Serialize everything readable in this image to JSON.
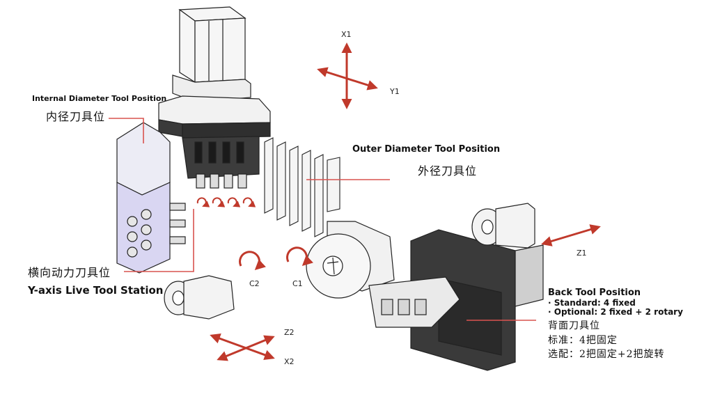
{
  "labels": {
    "internal_en": "Internal Diameter Tool Position",
    "internal_zh": "内径刀具位",
    "outer_en": "Outer Diameter Tool Position",
    "outer_zh": "外径刀具位",
    "live_zh": "横向动力刀具位",
    "live_en": "Y-axis Live Tool Station",
    "back_en": "Back Tool Position",
    "back_std_en": "· Standard: 4 fixed",
    "back_opt_en": "· Optional: 2 fixed + 2 rotary",
    "back_zh": "背面刀具位",
    "back_std_zh": "标准：4把固定",
    "back_opt_zh": "选配：2把固定+2把旋转"
  },
  "axes": {
    "x1": "X1",
    "y1": "Y1",
    "z1": "Z1",
    "z2": "Z2",
    "x2": "X2",
    "c1": "C1",
    "c2": "C2"
  },
  "colors": {
    "arrow_red": "#c0392b",
    "leader_red": "#d9534f",
    "machine_line": "#222222",
    "machine_fill": "#f4f4f4",
    "dark_block": "#3a3a3a",
    "lavender": "#d9d6f2"
  }
}
